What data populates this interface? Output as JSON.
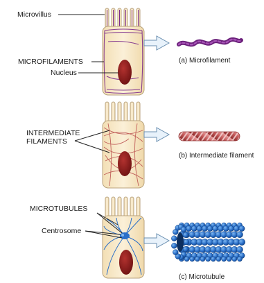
{
  "labels": {
    "microvillus": "Microvillus",
    "microfilaments": "MICROFILAMENTS",
    "nucleus": "Nucleus",
    "intermediate_line1": "INTERMEDIATE",
    "intermediate_line2": "FILAMENTS",
    "microtubules": "MICROTUBULES",
    "centrosome": "Centrosome"
  },
  "captions": {
    "a": "(a) Microfilament",
    "b": "(b) Intermediate filament",
    "c": "(c) Microtubule"
  },
  "colors": {
    "cell_fill": "#f7e7c6",
    "cell_outline": "#b8a27c",
    "nucleus": "#8b1a1a",
    "microfilament": "#7a2a8a",
    "intermediate": "#b84a4a",
    "microtubule": "#2a6fc9",
    "arrow_fill": "#e8f2fb",
    "arrow_stroke": "#6a8fb0"
  }
}
